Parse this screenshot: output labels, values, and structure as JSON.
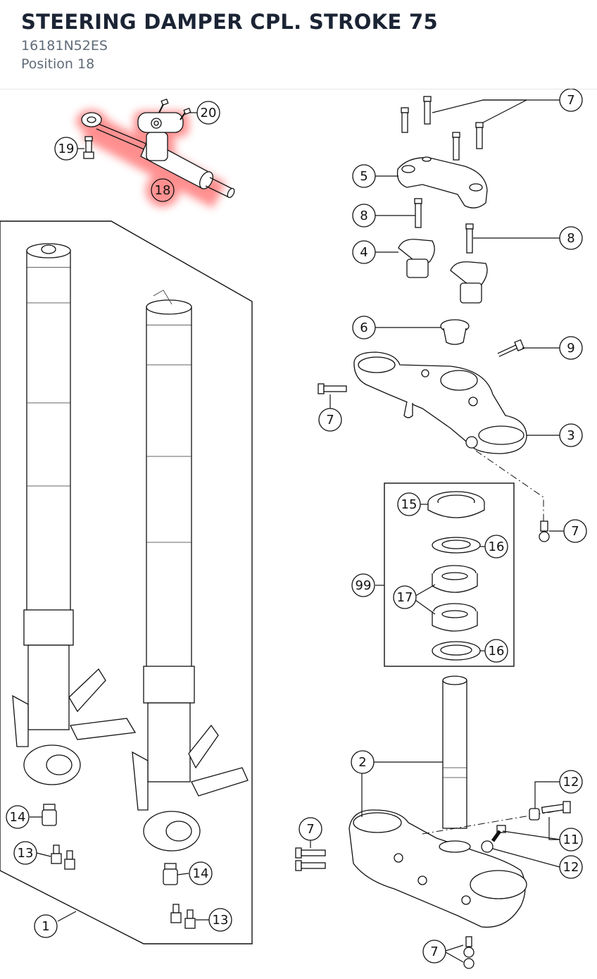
{
  "header": {
    "title": "STEERING DAMPER CPL. STROKE 75",
    "part_number": "16181N52ES",
    "position": "Position 18"
  },
  "highlight": {
    "color": "#ff6b6b",
    "part": "18"
  },
  "callouts": {
    "c20": "20",
    "c19": "19",
    "c18": "18",
    "c7a": "7",
    "c5": "5",
    "c8a": "8",
    "c8b": "8",
    "c4": "4",
    "c6": "6",
    "c9": "9",
    "c7b": "7",
    "c3": "3",
    "c7c": "7",
    "c15": "15",
    "c16a": "16",
    "c99": "99",
    "c17": "17",
    "c16b": "16",
    "c2": "2",
    "c12a": "12",
    "c11": "11",
    "c12b": "12",
    "c7d": "7",
    "c7e": "7",
    "c14a": "14",
    "c13a": "13",
    "c14b": "14",
    "c13b": "13",
    "c1": "1"
  }
}
